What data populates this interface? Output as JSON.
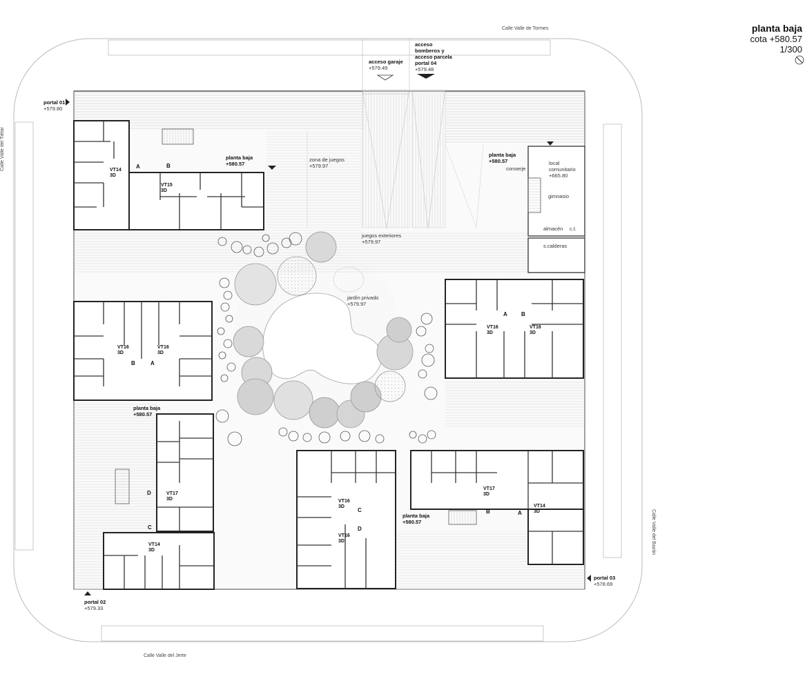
{
  "title": {
    "line1": "planta baja",
    "line2": "cota +580.57",
    "line3": "1/300"
  },
  "streets": {
    "north": "Calle Valle de Tormes",
    "south": "Calle Valle del Jerte",
    "west": "Calle Valle del Tiétar",
    "east": "Calle Valle del Bazán"
  },
  "accesses": {
    "garage": {
      "label": "acceso garaje",
      "level": "+579.49"
    },
    "firefighters": {
      "l1": "acceso",
      "l2": "bomberos y",
      "l3": "acceso parcela",
      "l4": "portal 04",
      "level": "+579.48"
    },
    "portal01": {
      "label": "portal 01",
      "level": "+579.80"
    },
    "portal02": {
      "label": "portal 02",
      "level": "+579.33"
    },
    "portal03": {
      "label": "portal 03",
      "level": "+578.69"
    }
  },
  "spaces": {
    "pb_nw": {
      "label": "planta baja",
      "level": "+580.57"
    },
    "zona_juegos": {
      "label": "zona de juegos",
      "level": "+579.97"
    },
    "juegos_ext": {
      "label": "juegos exteriores",
      "level": "+579.97"
    },
    "jardin": {
      "label": "jardín privado",
      "level": "+579.97"
    },
    "pb_ne": {
      "label": "planta baja",
      "level": "+580.57"
    },
    "pb_w": {
      "label": "planta baja",
      "level": "+580.57"
    },
    "pb_s": {
      "label": "planta baja",
      "level": "+580.57"
    },
    "conserje": "conserje",
    "local1": "local",
    "local2": "comunitario",
    "local_level": "+665.80",
    "gimnasio": "gimnasio",
    "almacen": "almacén",
    "ct": "c.t.",
    "calderas": "s.calderas"
  },
  "units": {
    "u1": {
      "type": "VT14",
      "rooms": "3D"
    },
    "u2": {
      "type": "VT15",
      "rooms": "3D"
    },
    "u3": {
      "type": "VT16",
      "rooms": "3D"
    },
    "u4": {
      "type": "VT16",
      "rooms": "3D"
    },
    "u5": {
      "type": "VT16",
      "rooms": "3D"
    },
    "u6": {
      "type": "VT16",
      "rooms": "3D"
    },
    "u7": {
      "type": "VT17",
      "rooms": "3D"
    },
    "u8": {
      "type": "VT14",
      "rooms": "3D"
    },
    "u9": {
      "type": "VT16",
      "rooms": "3D"
    },
    "u10": {
      "type": "VT16",
      "rooms": "3D"
    },
    "u11": {
      "type": "VT17",
      "rooms": "3D"
    },
    "u12": {
      "type": "VT14",
      "rooms": "3D"
    }
  },
  "sections": {
    "A": "A",
    "B": "B",
    "C": "C",
    "D": "D"
  }
}
